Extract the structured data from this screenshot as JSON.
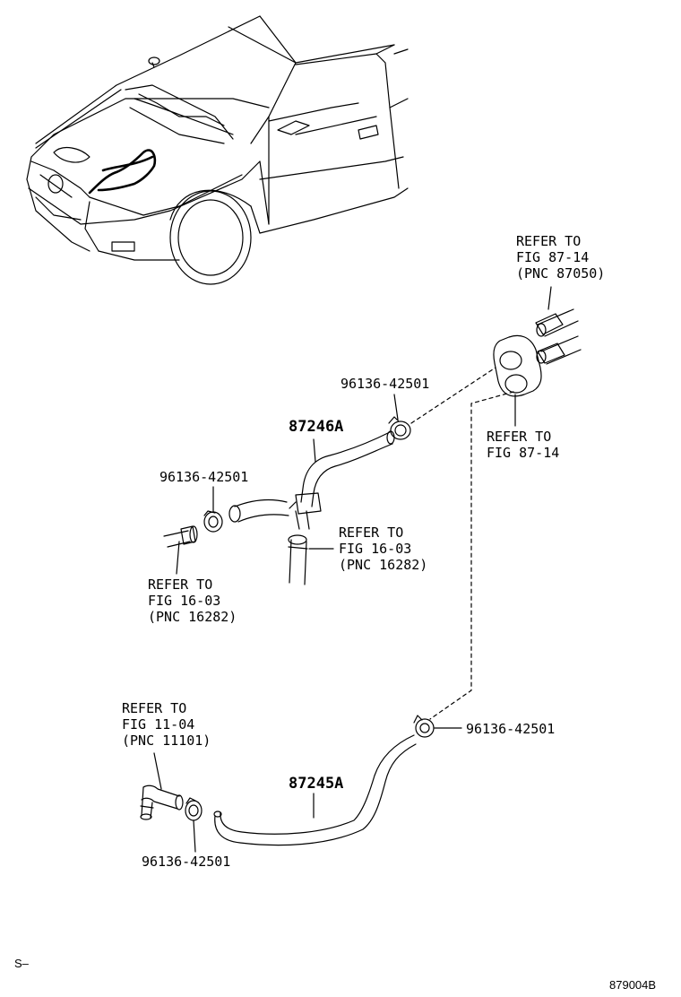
{
  "labels": {
    "refer_87050": [
      "REFER TO",
      "FIG 87-14",
      "(PNC 87050)"
    ],
    "refer_8714": [
      "REFER TO",
      "FIG 87-14"
    ],
    "refer_1603_right": [
      "REFER TO",
      "FIG 16-03",
      "(PNC 16282)"
    ],
    "refer_1603_left": [
      "REFER TO",
      "FIG 16-03",
      "(PNC 16282)"
    ],
    "refer_1104": [
      "REFER TO",
      "FIG 11-04",
      "(PNC 11101)"
    ],
    "clamp_upper_right": "96136-42501",
    "clamp_upper_left": "96136-42501",
    "clamp_lower_right": "96136-42501",
    "clamp_lower_left": "96136-42501",
    "hose_upper": "87246A",
    "hose_lower": "87245A"
  },
  "footer": {
    "mark": "S–",
    "illustration_no": "879004B"
  }
}
